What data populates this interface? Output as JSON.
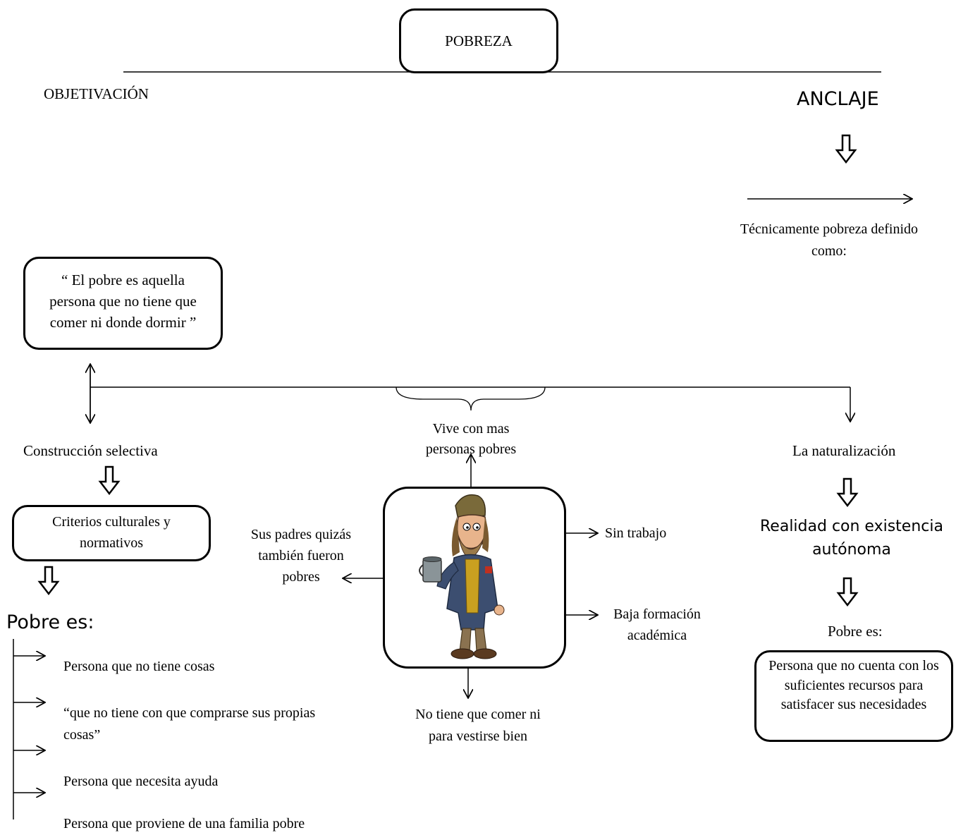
{
  "top": {
    "title": "POBREZA",
    "left_label": "OBJETIVACIÓN",
    "right_label": "ANCLAJE"
  },
  "anclaje": {
    "definition_intro": "Técnicamente pobreza definido como:",
    "naturalizacion": "La naturalización",
    "realidad": "Realidad con existencia autónoma",
    "pobre_es": "Pobre es:",
    "definition_box": "Persona que no cuenta con los suficientes recursos para satisfacer sus necesidades"
  },
  "objetivacion": {
    "quote": "“ El pobre es aquella persona que no tiene que comer ni donde dormir ”",
    "construccion": "Construcción selectiva",
    "criterios": "Criterios culturales y normativos",
    "pobre_es": "Pobre es:",
    "items": [
      "Persona que no tiene cosas",
      "“que no tiene con que comprarse sus propias cosas”",
      "Persona que necesita ayuda",
      "Persona que proviene de una familia pobre"
    ]
  },
  "center": {
    "vive": "Vive con mas personas pobres",
    "padres": "Sus padres quizás también fueron pobres",
    "sin_trabajo": "Sin trabajo",
    "baja_formacion": "Baja formación académica",
    "no_tiene": "No tiene que comer ni para vestirse bien"
  }
}
